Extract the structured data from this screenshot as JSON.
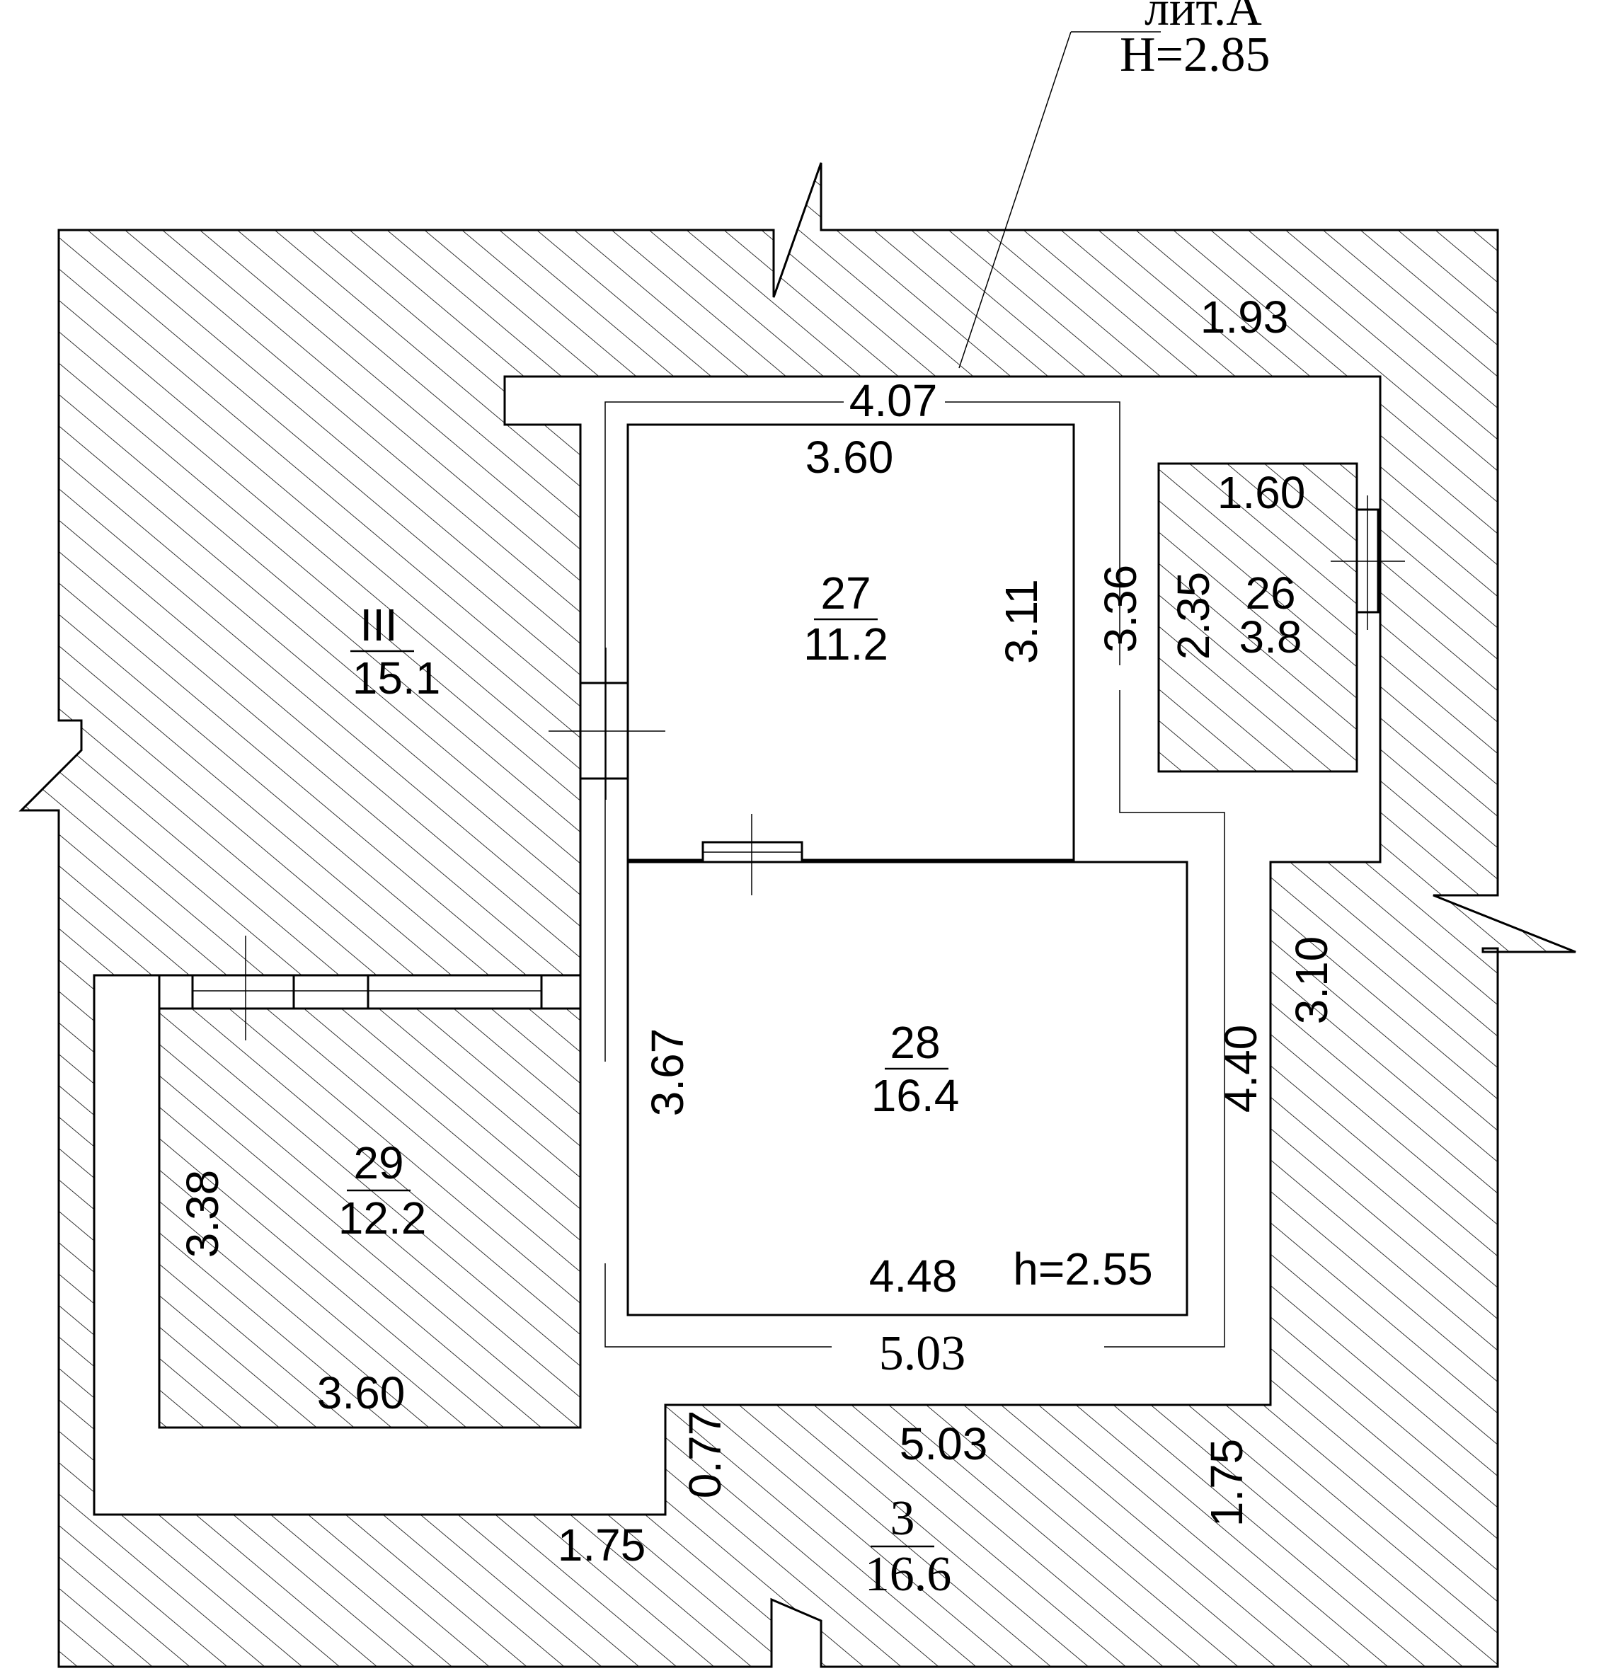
{
  "header": {
    "litera": "лит.А",
    "height": "Н=2.85"
  },
  "outer_labels": {
    "dim_top_right": "1.93",
    "dim_right": "3.10",
    "dim_bottom_left": "1.75",
    "dim_bottom_right": "1.75",
    "dim_bottom_mid": "5.03",
    "dim_bottom_small": "0.77",
    "dim_outer_bottom": "5.03",
    "dim_outer_top": "4.07",
    "dim_corridor_left": "3.36",
    "dim_corridor_right": "4.40"
  },
  "rooms": {
    "r3": {
      "number": "3",
      "area": "16.6"
    },
    "rIII": {
      "number": "III",
      "area": "15.1"
    },
    "r26": {
      "number": "26",
      "area": "3.8",
      "width": "1.60",
      "depth": "2.35"
    },
    "r27": {
      "number": "27",
      "area": "11.2",
      "width": "3.60",
      "depth": "3.11"
    },
    "r28": {
      "number": "28",
      "area": "16.4",
      "width": "4.48",
      "depth": "3.67",
      "ceiling": "h=2.55"
    },
    "r29": {
      "number": "29",
      "area": "12.2",
      "width": "3.60",
      "depth": "3.38"
    }
  },
  "hatch_color": "#000000"
}
